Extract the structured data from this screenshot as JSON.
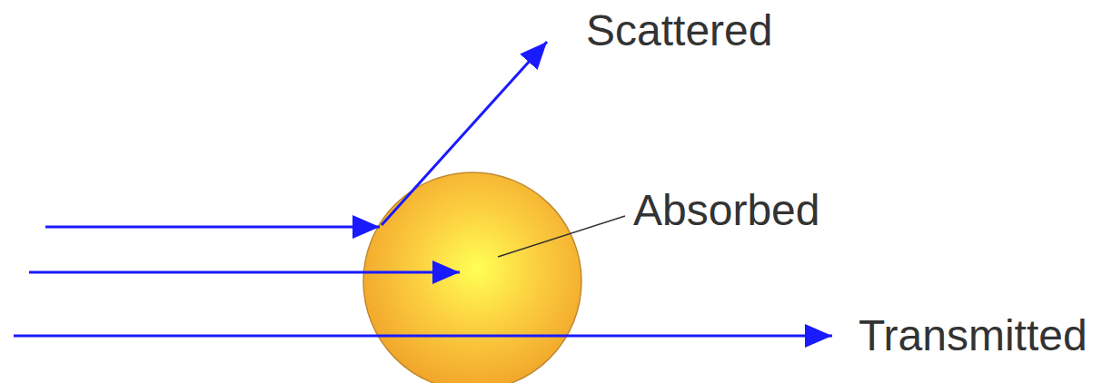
{
  "diagram": {
    "labels": [
      "Scattered",
      "Absorbed",
      "Transmitted"
    ]
  }
}
